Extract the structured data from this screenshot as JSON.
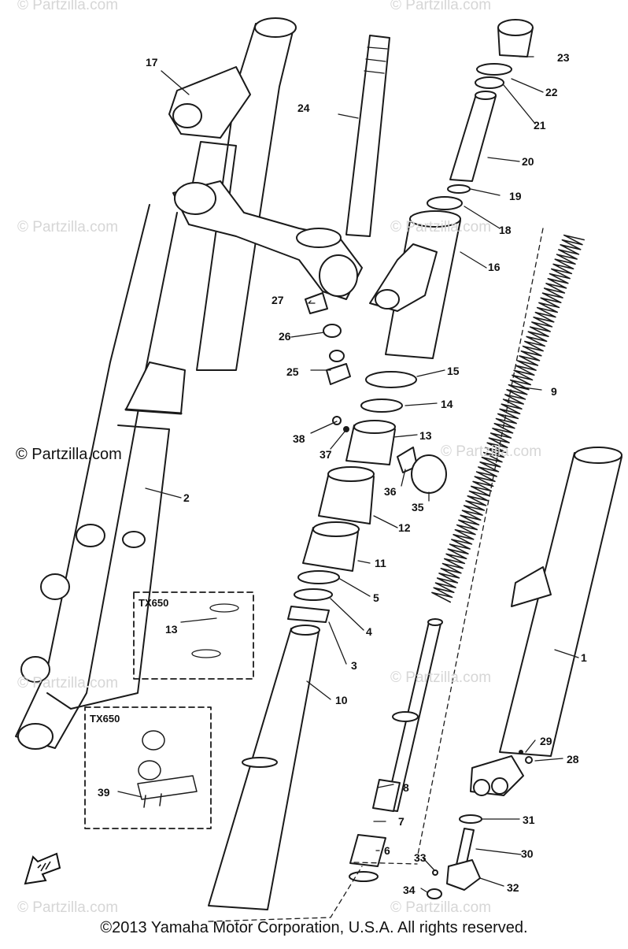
{
  "watermark": "© Partzilla.com",
  "watermark_main": "© Partzilla.com",
  "copyright": "©2013 Yamaha Motor Corporation, U.S.A. All rights reserved.",
  "boxes": [
    {
      "label": "TX650"
    },
    {
      "label": "TX650"
    }
  ],
  "callouts": [
    {
      "n": "1"
    },
    {
      "n": "2"
    },
    {
      "n": "3"
    },
    {
      "n": "4"
    },
    {
      "n": "5"
    },
    {
      "n": "6"
    },
    {
      "n": "7"
    },
    {
      "n": "8"
    },
    {
      "n": "9"
    },
    {
      "n": "10"
    },
    {
      "n": "11"
    },
    {
      "n": "12"
    },
    {
      "n": "13"
    },
    {
      "n": "13"
    },
    {
      "n": "14"
    },
    {
      "n": "15"
    },
    {
      "n": "16"
    },
    {
      "n": "17"
    },
    {
      "n": "18"
    },
    {
      "n": "19"
    },
    {
      "n": "20"
    },
    {
      "n": "21"
    },
    {
      "n": "22"
    },
    {
      "n": "23"
    },
    {
      "n": "24"
    },
    {
      "n": "25"
    },
    {
      "n": "26"
    },
    {
      "n": "27"
    },
    {
      "n": "28"
    },
    {
      "n": "29"
    },
    {
      "n": "30"
    },
    {
      "n": "31"
    },
    {
      "n": "32"
    },
    {
      "n": "33"
    },
    {
      "n": "34"
    },
    {
      "n": "35"
    },
    {
      "n": "36"
    },
    {
      "n": "37"
    },
    {
      "n": "38"
    },
    {
      "n": "39"
    }
  ],
  "icons": {
    "forward_arrow": "fwd-arrow-icon"
  }
}
